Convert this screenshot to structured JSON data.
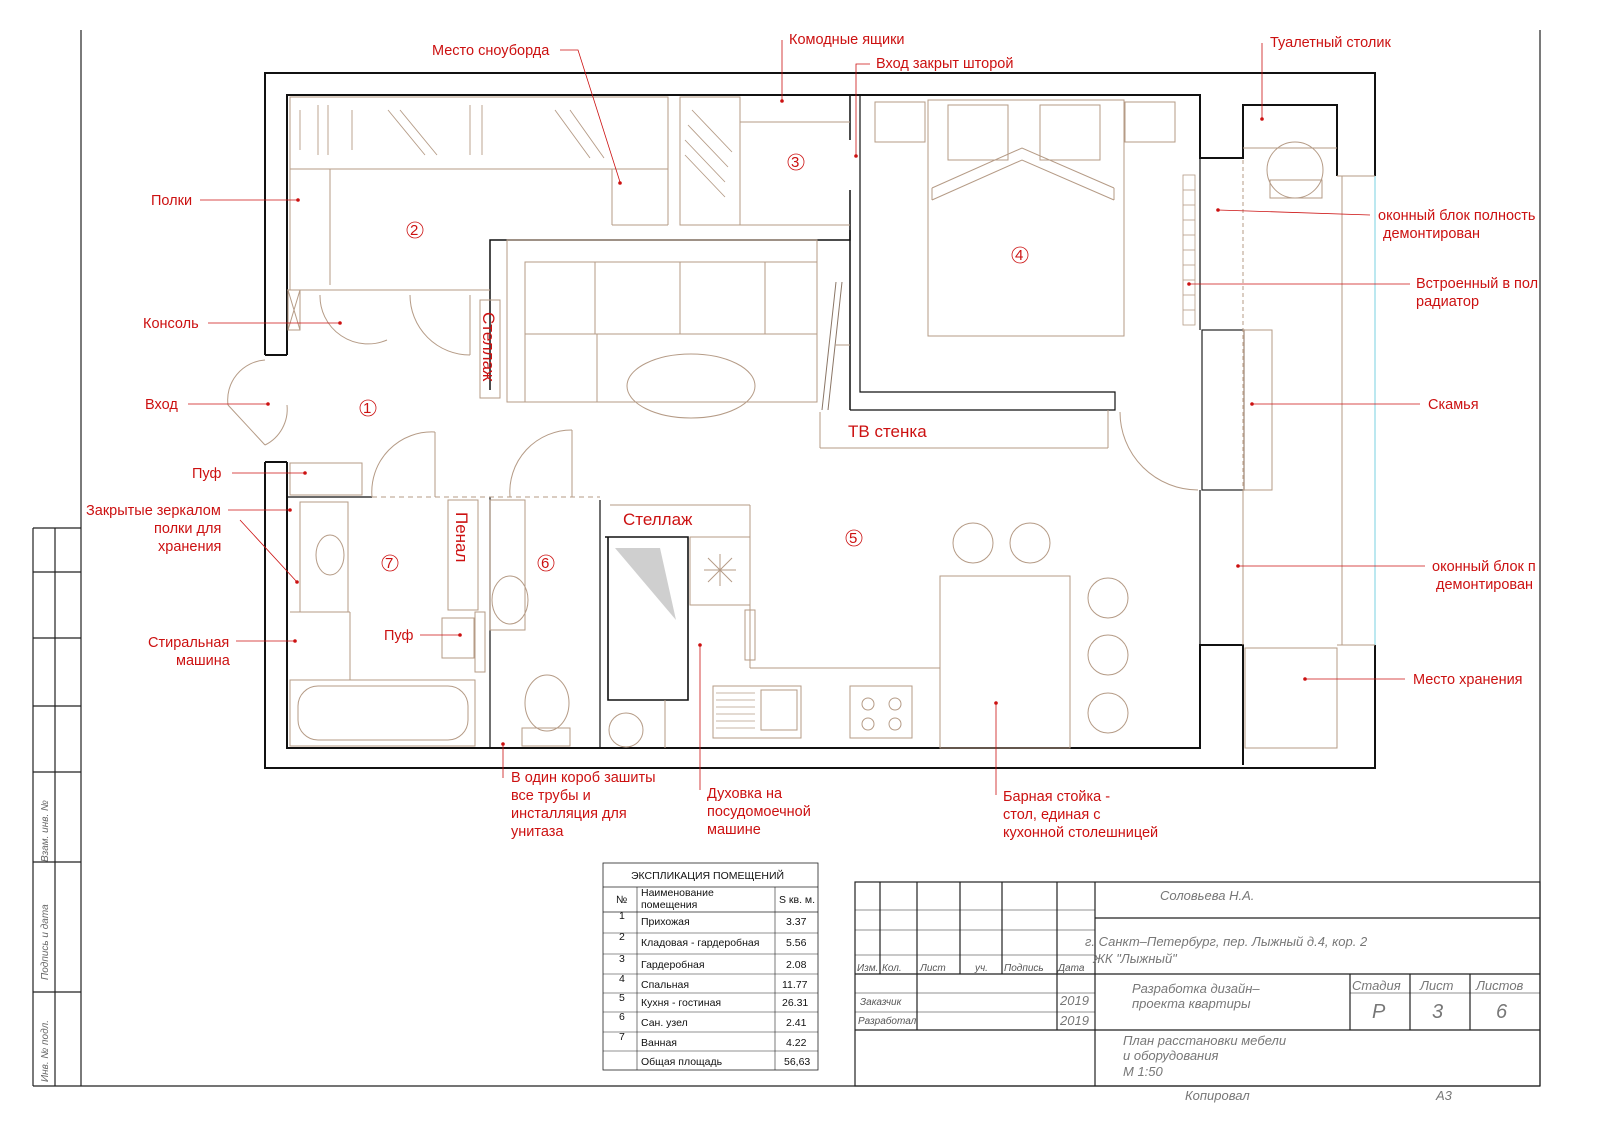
{
  "rooms": [
    {
      "num": "1"
    },
    {
      "num": "2"
    },
    {
      "num": "3"
    },
    {
      "num": "4"
    },
    {
      "num": "5"
    },
    {
      "num": "6"
    },
    {
      "num": "7"
    }
  ],
  "annotations": {
    "snowboard": "Место сноуборда",
    "dresser": "Комодные ящики",
    "curtain_entry": "Вход закрыт шторой",
    "vanity": "Туалетный столик",
    "shelves": "Полки",
    "console": "Консоль",
    "entrance": "Вход",
    "pouf": "Пуф",
    "mirror_1": "Закрытые зеркалом",
    "mirror_2": "полки для",
    "mirror_3": "хранения",
    "washer_1": "Стиральная",
    "washer_2": "машина",
    "pouf_bath": "Пуф",
    "window_1a": "оконный блок полность",
    "window_1b": "демонтирован",
    "radiator_1": "Встроенный в пол",
    "radiator_2": "радиатор",
    "bench": "Скамья",
    "window_2a": "оконный блок п",
    "window_2b": "демонтирован",
    "storage": "Место хранения",
    "pipes_1": "В один короб зашиты",
    "pipes_2": "все трубы и",
    "pipes_3": "инсталляция для",
    "pipes_4": "унитаза",
    "oven_1": "Духовка на",
    "oven_2": "посудомоечной",
    "oven_3": "машине",
    "bar_1": "Барная стойка -",
    "bar_2": "стол, единая с",
    "bar_3": "кухонной столешницей",
    "rack_vertical": "Стеллаж",
    "tv_wall": "ТВ стенка",
    "rack_kitchen": "Стеллаж",
    "pencil_case": "Пенал"
  },
  "explication": {
    "title": "ЭКСПЛИКАЦИЯ ПОМЕЩЕНИЙ",
    "header_num": "№",
    "header_name_1": "Наименование",
    "header_name_2": "помещения",
    "header_area": "S кв. м.",
    "rows": [
      {
        "num": "1",
        "name": "Прихожая",
        "area": "3.37"
      },
      {
        "num": "2",
        "name": "Кладовая - гардеробная",
        "area": "5.56"
      },
      {
        "num": "3",
        "name": "Гардеробная",
        "area": "2.08"
      },
      {
        "num": "4",
        "name": "Спальная",
        "area": "11.77"
      },
      {
        "num": "5",
        "name": "Кухня - гостиная",
        "area": "26.31"
      },
      {
        "num": "6",
        "name": "Сан. узел",
        "area": "2.41"
      },
      {
        "num": "7",
        "name": "Ванная",
        "area": "4.22"
      }
    ],
    "total_label": "Общая площадь",
    "total_area": "56,63"
  },
  "title_block": {
    "author": "Соловьева Н.А.",
    "address_1": "г. Санкт–Петербург, пер. Лыжный д.4, кор. 2",
    "address_2": "ЖК \"Лыжный\"",
    "col_izm": "Изм.",
    "col_kol": "Кол.",
    "col_list": "Лист",
    "col_uch": "уч.",
    "col_podpis": "Подпись",
    "col_data": "Дата",
    "project_1": "Разработка дизайн–",
    "project_2": "проекта квартиры",
    "stage_label": "Стадия",
    "sheet_label": "Лист",
    "sheets_label": "Листов",
    "stage": "Р",
    "sheet": "3",
    "sheets": "6",
    "customer_label": "Заказчик",
    "developer_label": "Разработал",
    "year_1": "2019",
    "year_2": "2019",
    "drawing_1": "План расстановки мебели",
    "drawing_2": "и оборудования",
    "drawing_3": "М 1:50",
    "copied": "Копировал",
    "format": "А3"
  },
  "side_stamp": {
    "vzam": "Взам. инв. №",
    "podpis": "Подпись и дата",
    "inv": "Инв. № подл."
  }
}
